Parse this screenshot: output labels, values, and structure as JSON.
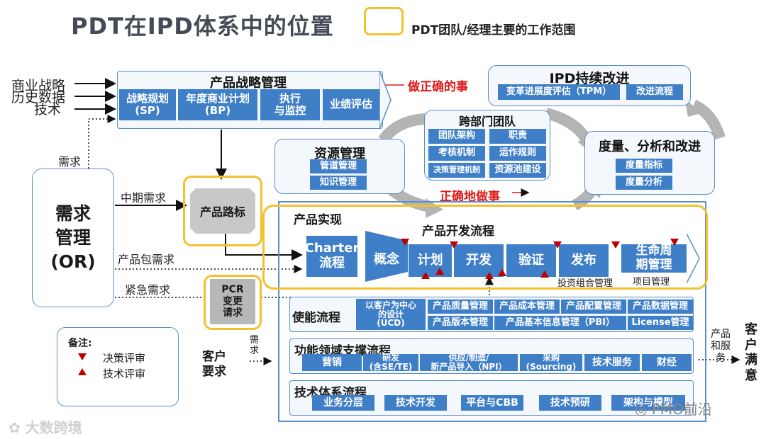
{
  "title": "PDT在IPD体系中的位置",
  "legend": "PDT团队/经理主要的工作范围",
  "inputs": [
    "商业战略",
    "历史数据",
    "技术"
  ],
  "strategy": {
    "title": "产品战略管理",
    "items": [
      "战略规划\n(SP)",
      "年度商业计划\n(BP)",
      "执行\n与监控",
      "业绩评估"
    ]
  },
  "do_right_thing": "做正确的事",
  "do_thing_right": "正确地做事",
  "ipd_improve": {
    "title": "IPD持续改进",
    "items": [
      "变革进展度评估（TPM）",
      "改进流程"
    ]
  },
  "cross_team": {
    "title": "跨部门团队",
    "items": [
      "团队架构",
      "职责",
      "考核机制",
      "运作规则",
      "决策管理机制",
      "资源池建设"
    ]
  },
  "resource": {
    "title": "资源管理",
    "items": [
      "管道管理",
      "知识管理"
    ]
  },
  "measure": {
    "title": "度量、分析和改进",
    "items": [
      "度量指标",
      "度量分析"
    ]
  },
  "demand_label": "需求",
  "or_box": "需求\n管理\n(OR)",
  "demand_mid": "中期需求",
  "demand_pkg": "产品包需求",
  "demand_urgent": "紧急需求",
  "roadmap": "产品路标",
  "pcr": "PCR\n变更\n请求",
  "realize": {
    "title": "产品实现",
    "flow_title": "产品开发流程",
    "charter": "Charter\n流程",
    "phases": [
      "概念",
      "计划",
      "开发",
      "验证",
      "发布"
    ],
    "lifecycle": "生命周\n期管理",
    "portfolio": "投资组合管理",
    "project": "项目管理"
  },
  "enable": {
    "title": "使能流程",
    "ucd": "以客户为中心\n的设计\n(UCD)",
    "items": [
      "产品质量管理",
      "产品成本管理",
      "产品配置管理",
      "产品数据管理",
      "产品版本管理",
      "产品基本信息管理（PBI）",
      "License管理"
    ]
  },
  "support": {
    "title": "功能领域支撑流程",
    "items": [
      "营销",
      "研发\n(含SE/TE)",
      "供应/制造/\n新产品导入（NPI）",
      "采购\n(Sourcing)",
      "技术服务",
      "财经"
    ]
  },
  "tech": {
    "title": "技术体系流程",
    "items": [
      "业务分层",
      "技术开发",
      "平台与CBB",
      "技术预研",
      "架构与模型"
    ]
  },
  "note": {
    "title": "备注:",
    "decision": "决策评审",
    "technical": "技术评审"
  },
  "customer_req": "客户\n要求",
  "req_small": "需\n求",
  "product_service": "产品\n和服\n务",
  "customer_sat": "客户\n满意",
  "watermark_left": "大数跨境",
  "watermark_right": "PMO前沿"
}
